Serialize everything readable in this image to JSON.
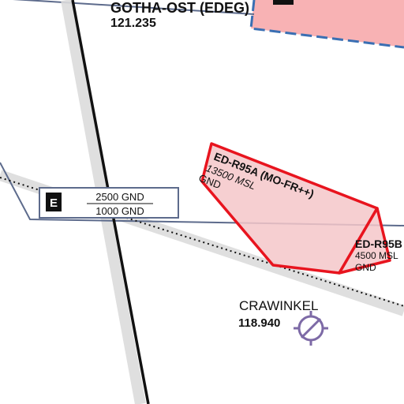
{
  "colors": {
    "background": "#ffffff",
    "restricted_stroke": "#e8141e",
    "restricted_fill": "#f4c7c9",
    "controlled_fill": "#f8b2b4",
    "boundary": "#5d6b8c",
    "dashed_boundary": "#3a6fb3",
    "road_halo": "#dcdcdc",
    "vor_symbol": "#7d6aa6"
  },
  "aerodrome": {
    "name": "GOTHA-OST (EDEG)",
    "frequency": "121.235"
  },
  "airspace_e": {
    "class_label": "E",
    "upper_limit": "2500 GND",
    "lower_limit": "1000 GND"
  },
  "restricted_area_95a": {
    "id": "ED-R95A (MO-FR++)",
    "upper_limit": "13500 MSL",
    "lower_limit": "GND"
  },
  "restricted_area_95b": {
    "id": "ED-R95B",
    "upper_limit": "4500 MSL",
    "lower_limit": "GND"
  },
  "navaid": {
    "name": "CRAWINKEL",
    "frequency": "118.940",
    "icon": "vor-symbol-icon"
  }
}
